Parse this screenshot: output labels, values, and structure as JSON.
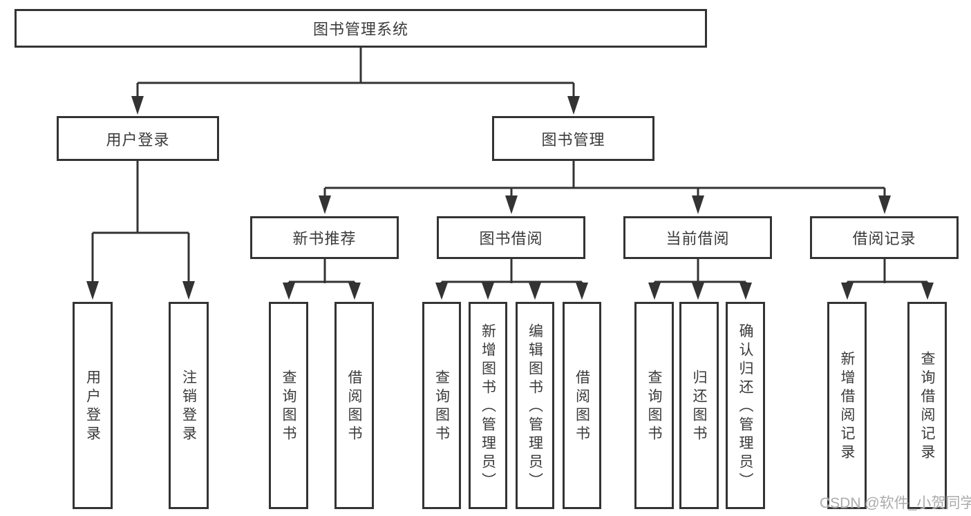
{
  "diagram": {
    "root": {
      "label": "图书管理系统"
    },
    "branches": [
      {
        "label": "用户登录",
        "children": [
          {
            "label": "用户登录"
          },
          {
            "label": "注销登录"
          }
        ]
      },
      {
        "label": "图书管理",
        "sections": [
          {
            "label": "新书推荐",
            "children": [
              {
                "label": "查询图书"
              },
              {
                "label": "借阅图书"
              }
            ]
          },
          {
            "label": "图书借阅",
            "children": [
              {
                "label": "查询图书"
              },
              {
                "label": "新增图书（管理员）"
              },
              {
                "label": "编辑图书（管理员）"
              },
              {
                "label": "借阅图书"
              }
            ]
          },
          {
            "label": "当前借阅",
            "children": [
              {
                "label": "查询图书"
              },
              {
                "label": "归还图书"
              },
              {
                "label": "确认归还（管理员）"
              }
            ]
          },
          {
            "label": "借阅记录",
            "children": [
              {
                "label": "新增借阅记录"
              },
              {
                "label": "查询借阅记录"
              }
            ]
          }
        ]
      }
    ],
    "watermark": "CSDN @软件_小贺同学",
    "colors": {
      "line": "#333333",
      "text": "#3a3a3a",
      "background": "#ffffff",
      "watermark": "#ababab"
    }
  }
}
